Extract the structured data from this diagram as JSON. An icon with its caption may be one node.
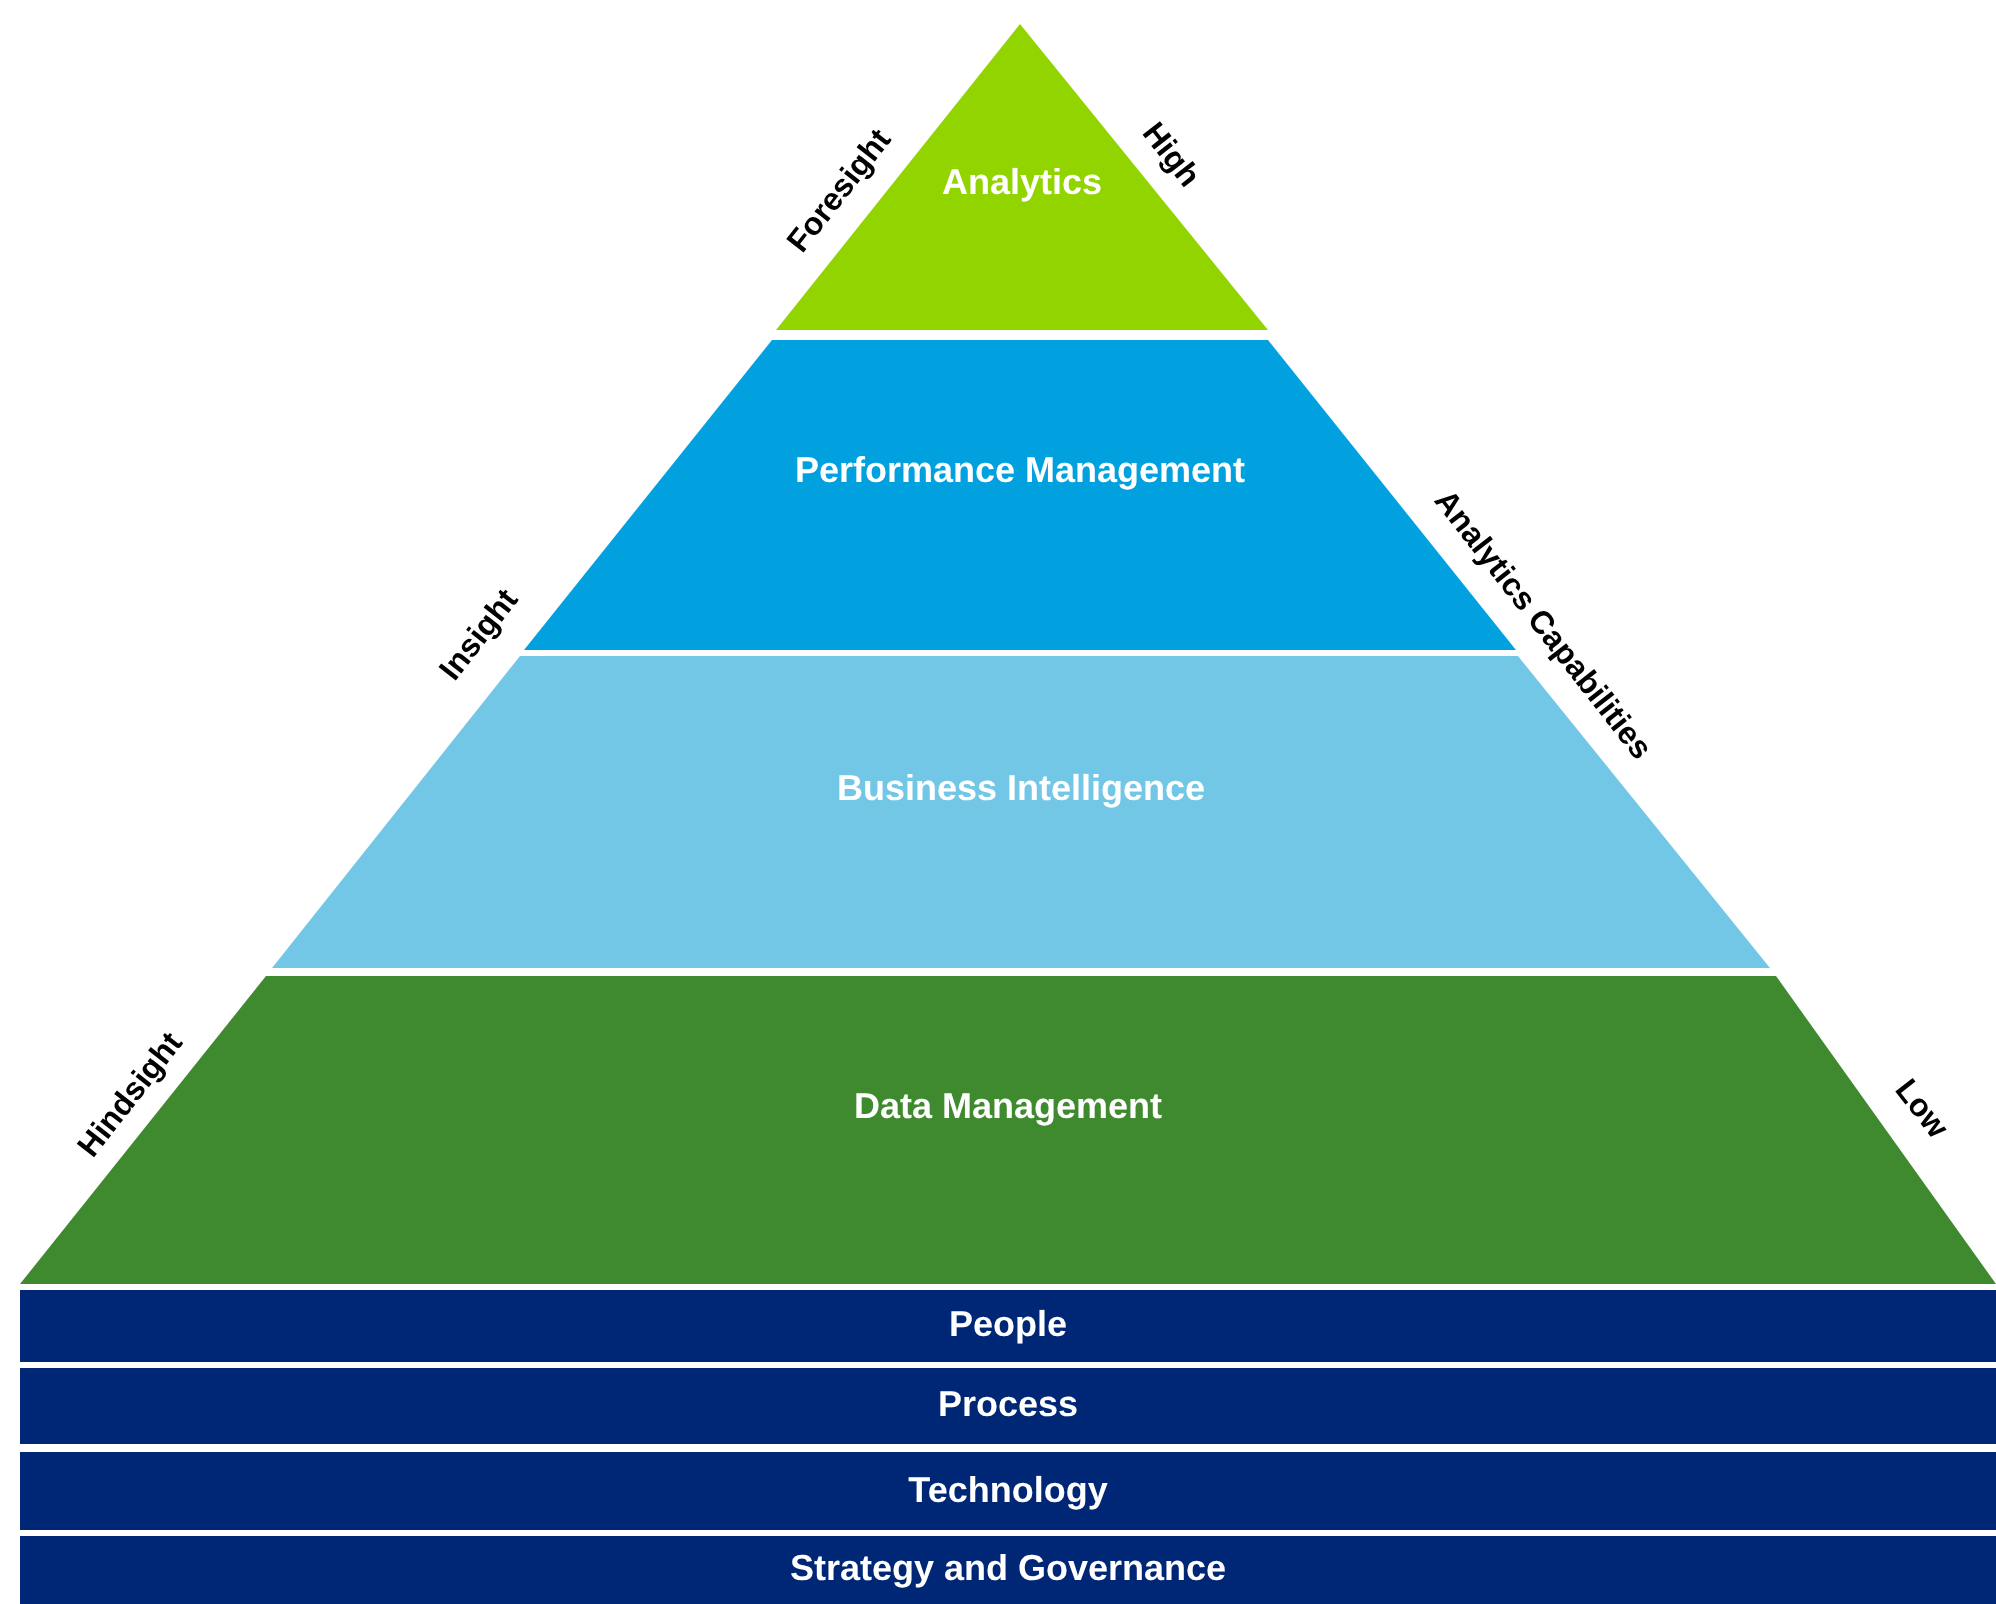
{
  "diagram": {
    "nodes": [
      {
        "text": [
          "Analytics"
        ]
      },
      {
        "text": [
          "Performance Management"
        ]
      },
      {
        "text": [
          "Business Intelligence"
        ]
      },
      {
        "text": [
          "Data Management"
        ]
      },
      {
        "text": [
          "People"
        ]
      },
      {
        "text": [
          "Process"
        ]
      },
      {
        "text": [
          "Technology"
        ]
      },
      {
        "text": [
          "Strategy and Governance"
        ]
      }
    ],
    "labels": [
      "Foresight",
      "High",
      "Insight",
      "Analytics Capabilities",
      "Hindsight",
      "Low"
    ]
  }
}
